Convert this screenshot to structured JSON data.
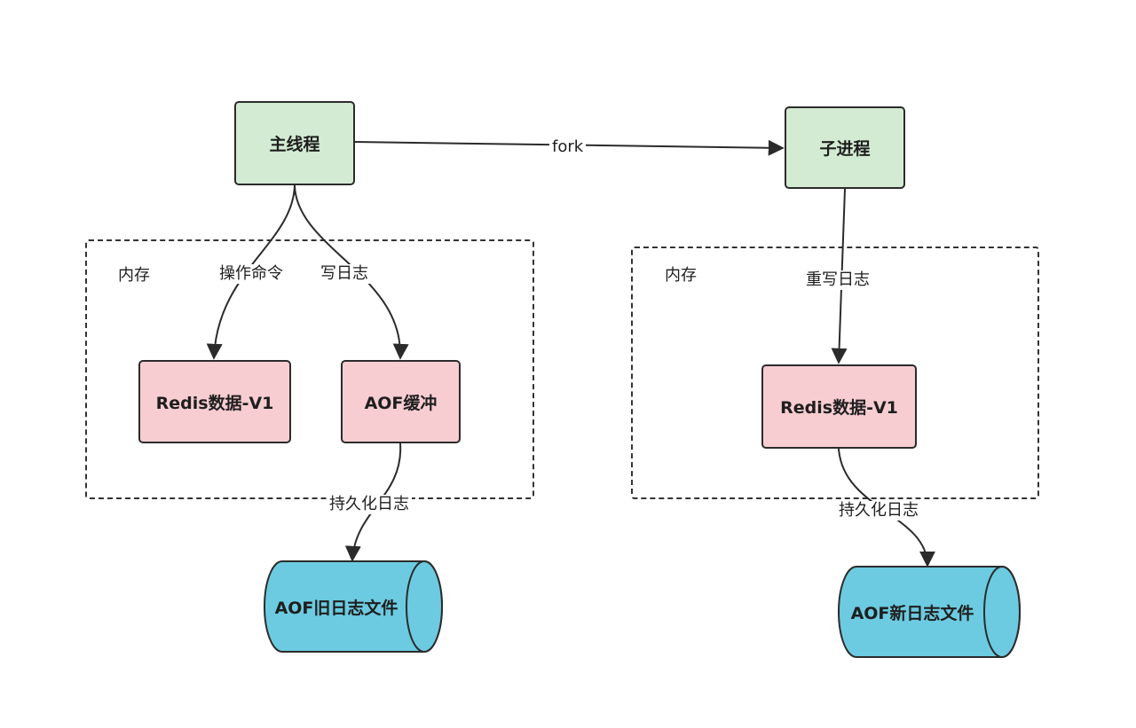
{
  "nodes": {
    "main_thread": "主线程",
    "child_process": "子进程",
    "redis_data_left": "Redis数据-V1",
    "aof_buffer": "AOF缓冲",
    "redis_data_right": "Redis数据-V1",
    "aof_old_file": "AOF旧日志文件",
    "aof_new_file": "AOF新日志文件"
  },
  "regions": {
    "left_memory": "内存",
    "right_memory": "内存"
  },
  "edges": {
    "fork": "fork",
    "operate_cmd": "操作命令",
    "write_log": "写日志",
    "rewrite_log": "重写日志",
    "persist_left": "持久化日志",
    "persist_right": "持久化日志"
  },
  "colors": {
    "thread_fill": "#d3ead3",
    "data_fill": "#f7cdd2",
    "file_fill": "#6ccbe0",
    "stroke": "#2b2b2b"
  }
}
